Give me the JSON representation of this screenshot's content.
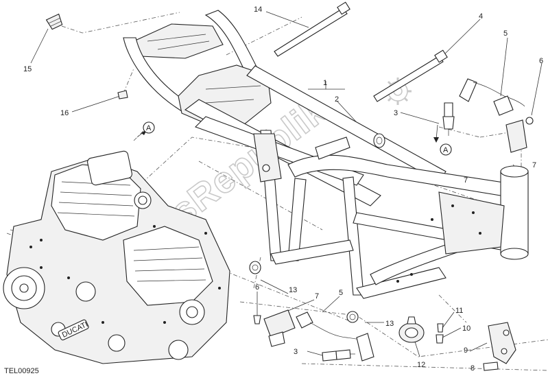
{
  "diagram_code": "TEL00925",
  "watermark": "PartsRepublik",
  "callouts": {
    "c1": "1",
    "c2": "2",
    "c3a": "3",
    "c3b": "3",
    "c4": "4",
    "c5a": "5",
    "c5b": "5",
    "c6a": "6",
    "c6b": "6",
    "c7a": "7",
    "c7b": "7",
    "c8": "8",
    "c9": "9",
    "c10": "10",
    "c11": "11",
    "c12": "12",
    "c13a": "13",
    "c13b": "13",
    "c14": "14",
    "c15": "15",
    "c16": "16",
    "refA1": "A",
    "refA2": "A"
  },
  "engine_brand": "DUCATI"
}
